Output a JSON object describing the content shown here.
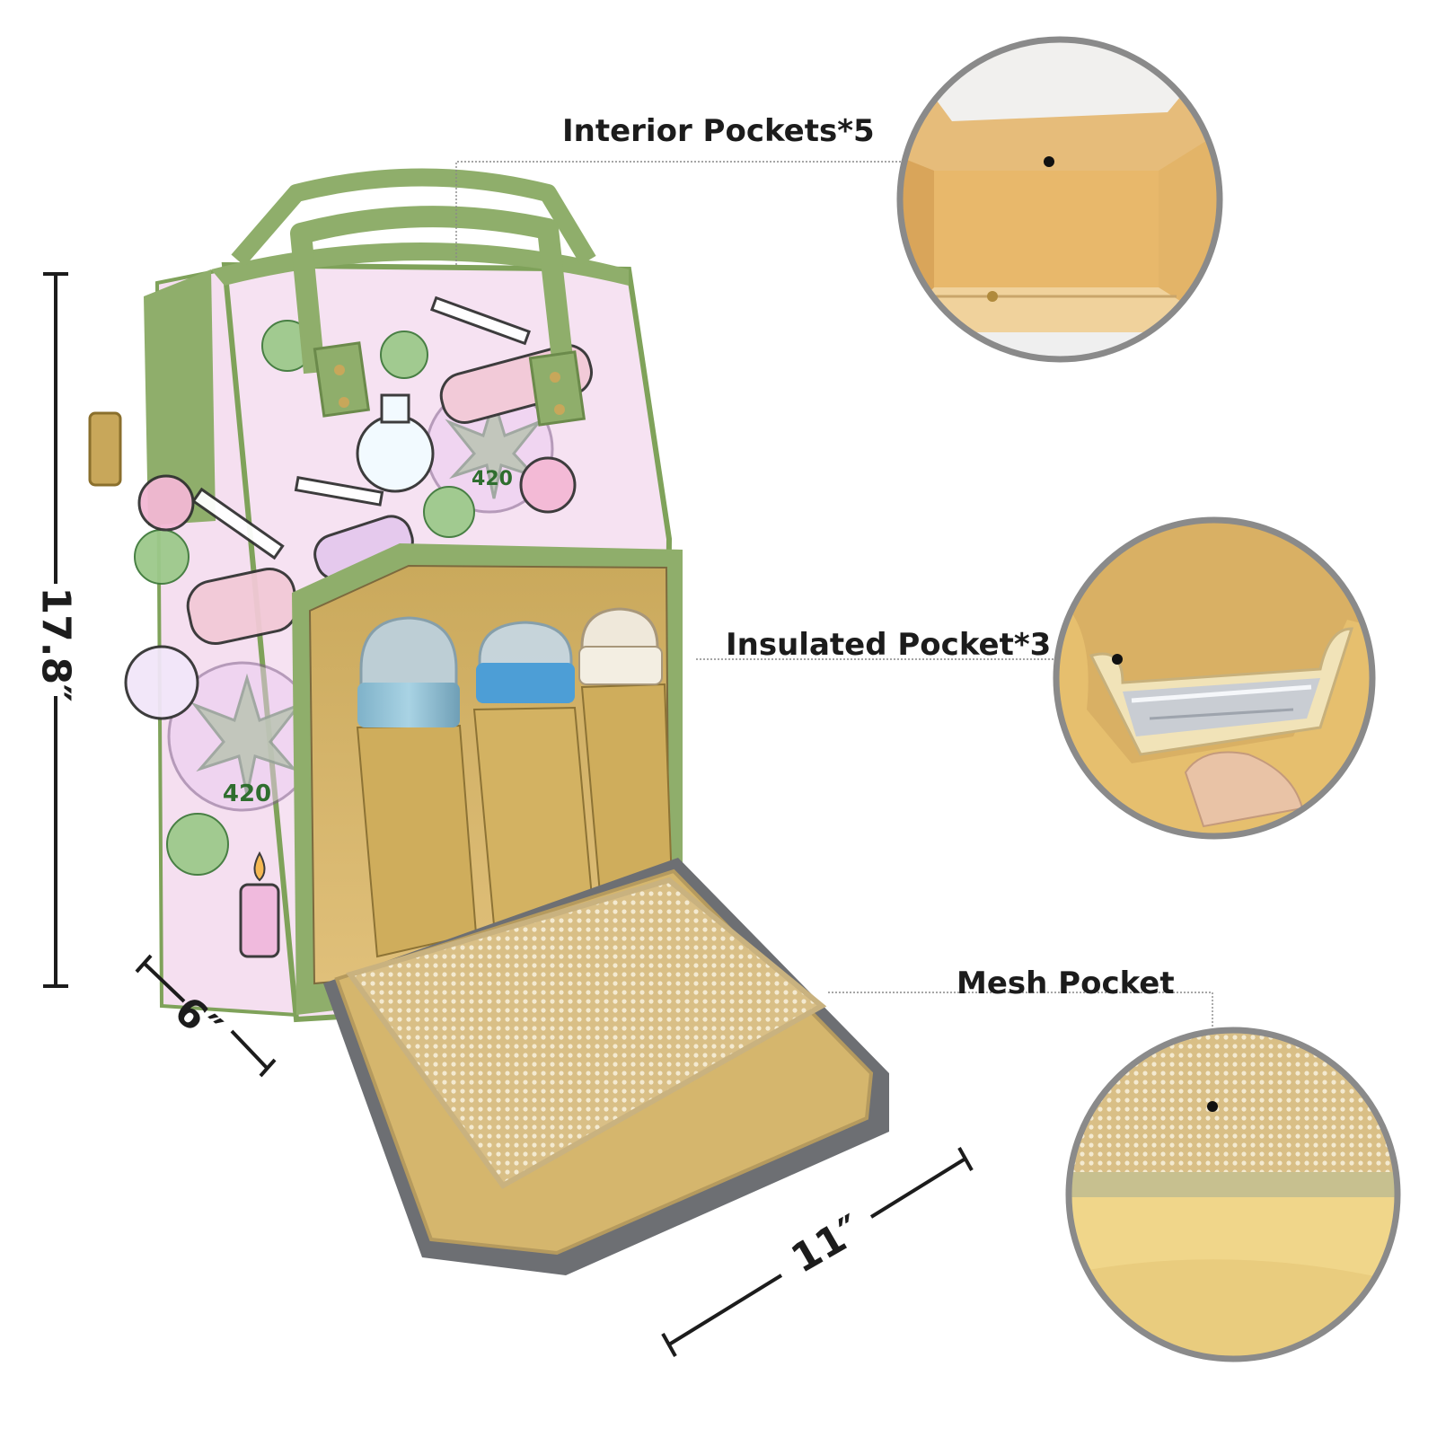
{
  "callouts": {
    "interior": "Interior Pockets*5",
    "insulated": "Insulated Pocket*3",
    "mesh": "Mesh Pocket"
  },
  "dimensions": {
    "height": "17.8″",
    "depth": "6″",
    "width": "11″"
  },
  "print_text": "420",
  "colors": {
    "trim_green": "#8fae6b",
    "lining_gold": "#d7b567",
    "print_pink": "#f3dcef",
    "circle_border": "#8a8a8a"
  }
}
